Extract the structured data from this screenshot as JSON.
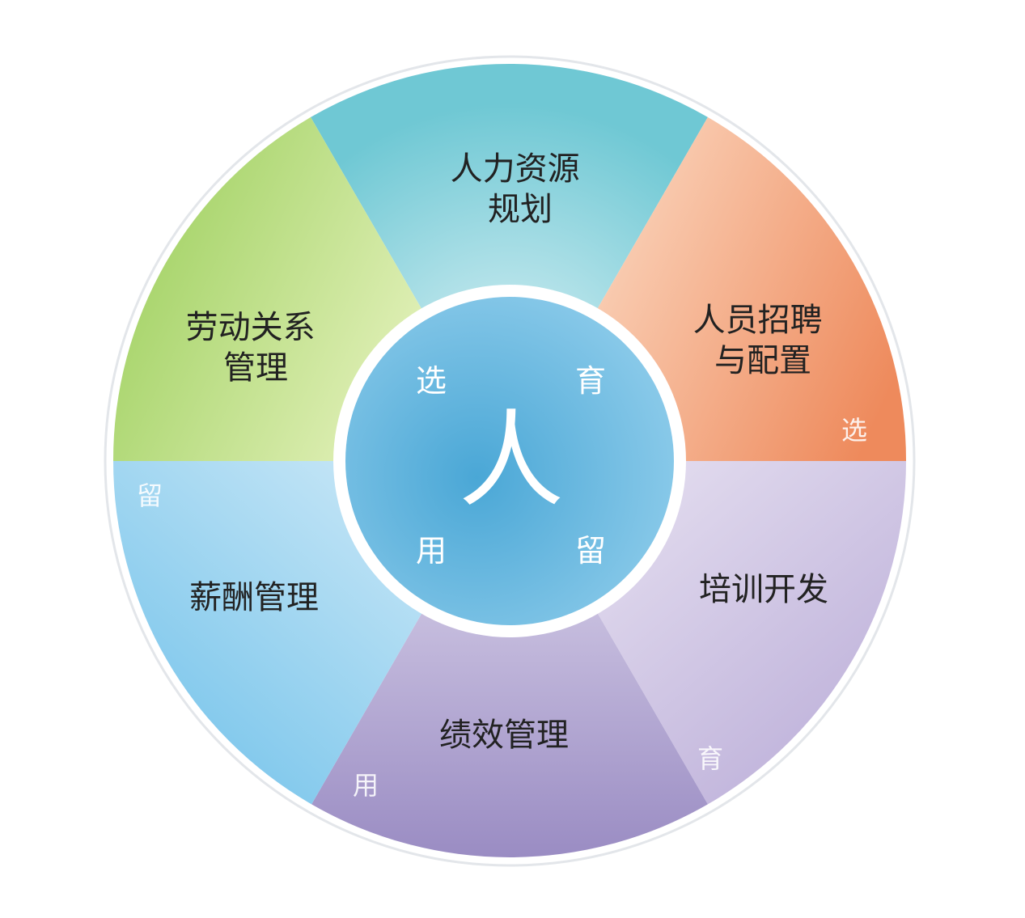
{
  "segments": [
    {
      "id": "planning",
      "lines": [
        "人力资源",
        "规划"
      ],
      "colors": [
        "#6fc8d4",
        "#d8f0f4"
      ]
    },
    {
      "id": "recruit",
      "lines": [
        "人员招聘",
        "与配置"
      ],
      "colors": [
        "#ee8a5c",
        "#fde3cf"
      ]
    },
    {
      "id": "training",
      "lines": [
        "培训开发"
      ],
      "colors": [
        "#b7a9d6",
        "#ece7f4"
      ]
    },
    {
      "id": "performance",
      "lines": [
        "绩效管理"
      ],
      "colors": [
        "#9a8cc3",
        "#e2dcef"
      ]
    },
    {
      "id": "salary",
      "lines": [
        "薪酬管理"
      ],
      "colors": [
        "#6bbfe9",
        "#d9eef9"
      ]
    },
    {
      "id": "labor",
      "lines": [
        "劳动关系",
        "管理"
      ],
      "colors": [
        "#9ccf5c",
        "#eef6c9"
      ]
    }
  ],
  "rim_labels": [
    {
      "id": "select",
      "text": "选"
    },
    {
      "id": "nurture",
      "text": "育"
    },
    {
      "id": "use",
      "text": "用"
    },
    {
      "id": "retain",
      "text": "留"
    }
  ],
  "hub": {
    "center": "人",
    "words": [
      {
        "id": "select",
        "text": "选"
      },
      {
        "id": "nurture",
        "text": "育"
      },
      {
        "id": "use",
        "text": "用"
      },
      {
        "id": "retain",
        "text": "留"
      }
    ],
    "colors": [
      "#4aa7d6",
      "#8ccbea"
    ]
  }
}
